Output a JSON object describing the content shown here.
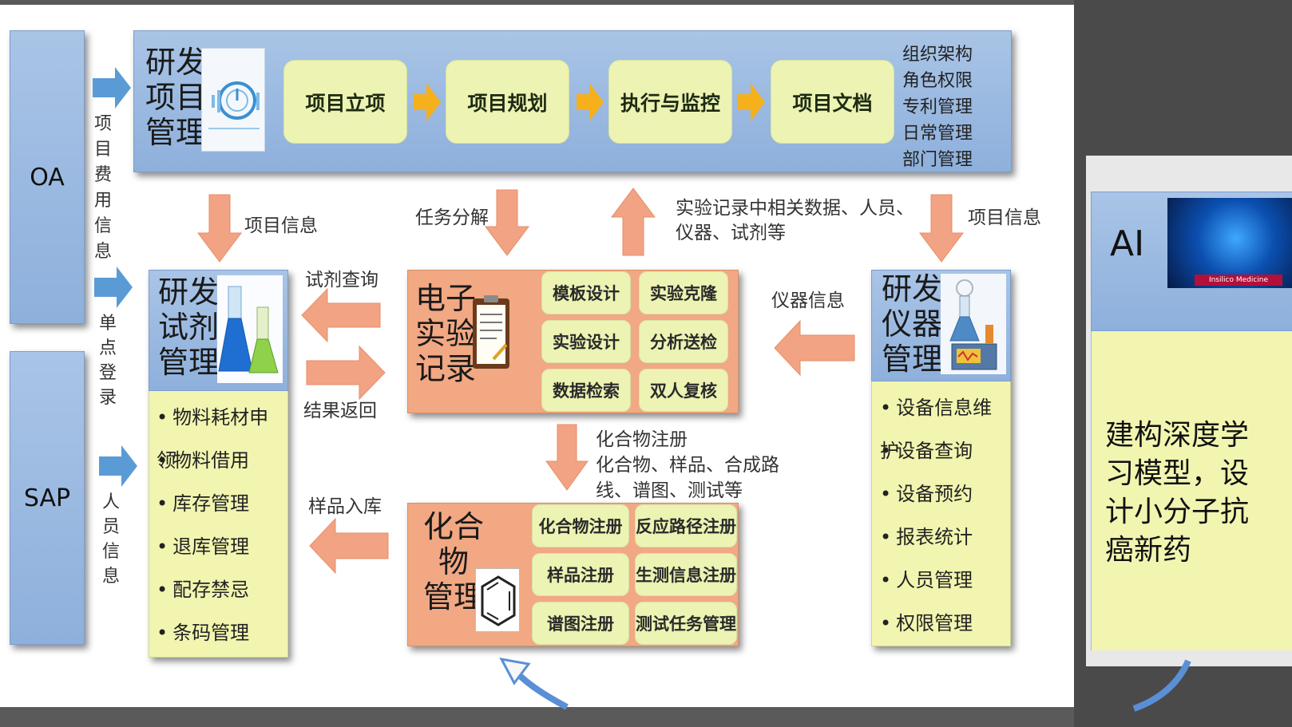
{
  "side": {
    "oa": "OA",
    "sap": "SAP"
  },
  "side_labels": {
    "project_fee": [
      "项目",
      "费用",
      "信息"
    ],
    "sso": [
      "单点",
      "登录"
    ],
    "personnel": [
      "人员",
      "信息"
    ]
  },
  "rd_project": {
    "title_lines": [
      "研发",
      "项目",
      "管理"
    ],
    "steps": [
      "项目立项",
      "项目规划",
      "执行与监控",
      "项目文档"
    ],
    "side_list": [
      "组织架构",
      "角色权限",
      "专利管理",
      "日常管理",
      "部门管理"
    ],
    "icon": "compass-gauge-icon"
  },
  "flow_labels": {
    "project_info_left": "项目信息",
    "task_breakdown": "任务分解",
    "experiment_data": [
      "实验记录中相关数据、人员、",
      "仪器、试剂等"
    ],
    "project_info_right": "项目信息",
    "reagent_query": "试剂查询",
    "result_return": "结果返回",
    "instrument_info": "仪器信息",
    "compound_register": [
      "化合物注册",
      "化合物、样品、合成路",
      "线、谱图、测试等"
    ],
    "sample_storage": "样品入库"
  },
  "reagent": {
    "title_lines": [
      "研发",
      "试剂",
      "管理"
    ],
    "icon": "flask-icon",
    "items": [
      "物料耗材申领",
      "物料借用",
      "库存管理",
      "退库管理",
      "配存禁忌",
      "条码管理"
    ]
  },
  "eln": {
    "title_lines": [
      "电子",
      "实验",
      "记录"
    ],
    "icon": "clipboard-icon",
    "cells": [
      "模板设计",
      "实验克隆",
      "实验设计",
      "分析送检",
      "数据检索",
      "双人复核"
    ]
  },
  "instrument": {
    "title_lines": [
      "研发",
      "仪器",
      "管理"
    ],
    "icon": "lab-equipment-icon",
    "items": [
      "设备信息维护",
      "设备查询",
      "设备预约",
      "报表统计",
      "人员管理",
      "权限管理"
    ]
  },
  "compound": {
    "title_lines": [
      "化合物",
      "管理"
    ],
    "icon": "benzene-icon",
    "cells": [
      "化合物注册",
      "反应路径注册",
      "样品注册",
      "生测信息注册",
      "谱图注册",
      "测试任务管理"
    ]
  },
  "ai": {
    "title": "AI",
    "icon": "ai-brain-icon",
    "image_caption": "Insilico Medicine",
    "text_lines": [
      "建构深度学",
      "习模型，设",
      "计小分子抗",
      "癌新药"
    ]
  },
  "colors": {
    "blue": "#9bb9e2",
    "salmon": "#f1a883",
    "yellow": "#ecf3b3",
    "arrow_orange": "#f5b01c",
    "arrow_blue": "#5b9bd5",
    "arrow_salmon": "#f2a383"
  }
}
